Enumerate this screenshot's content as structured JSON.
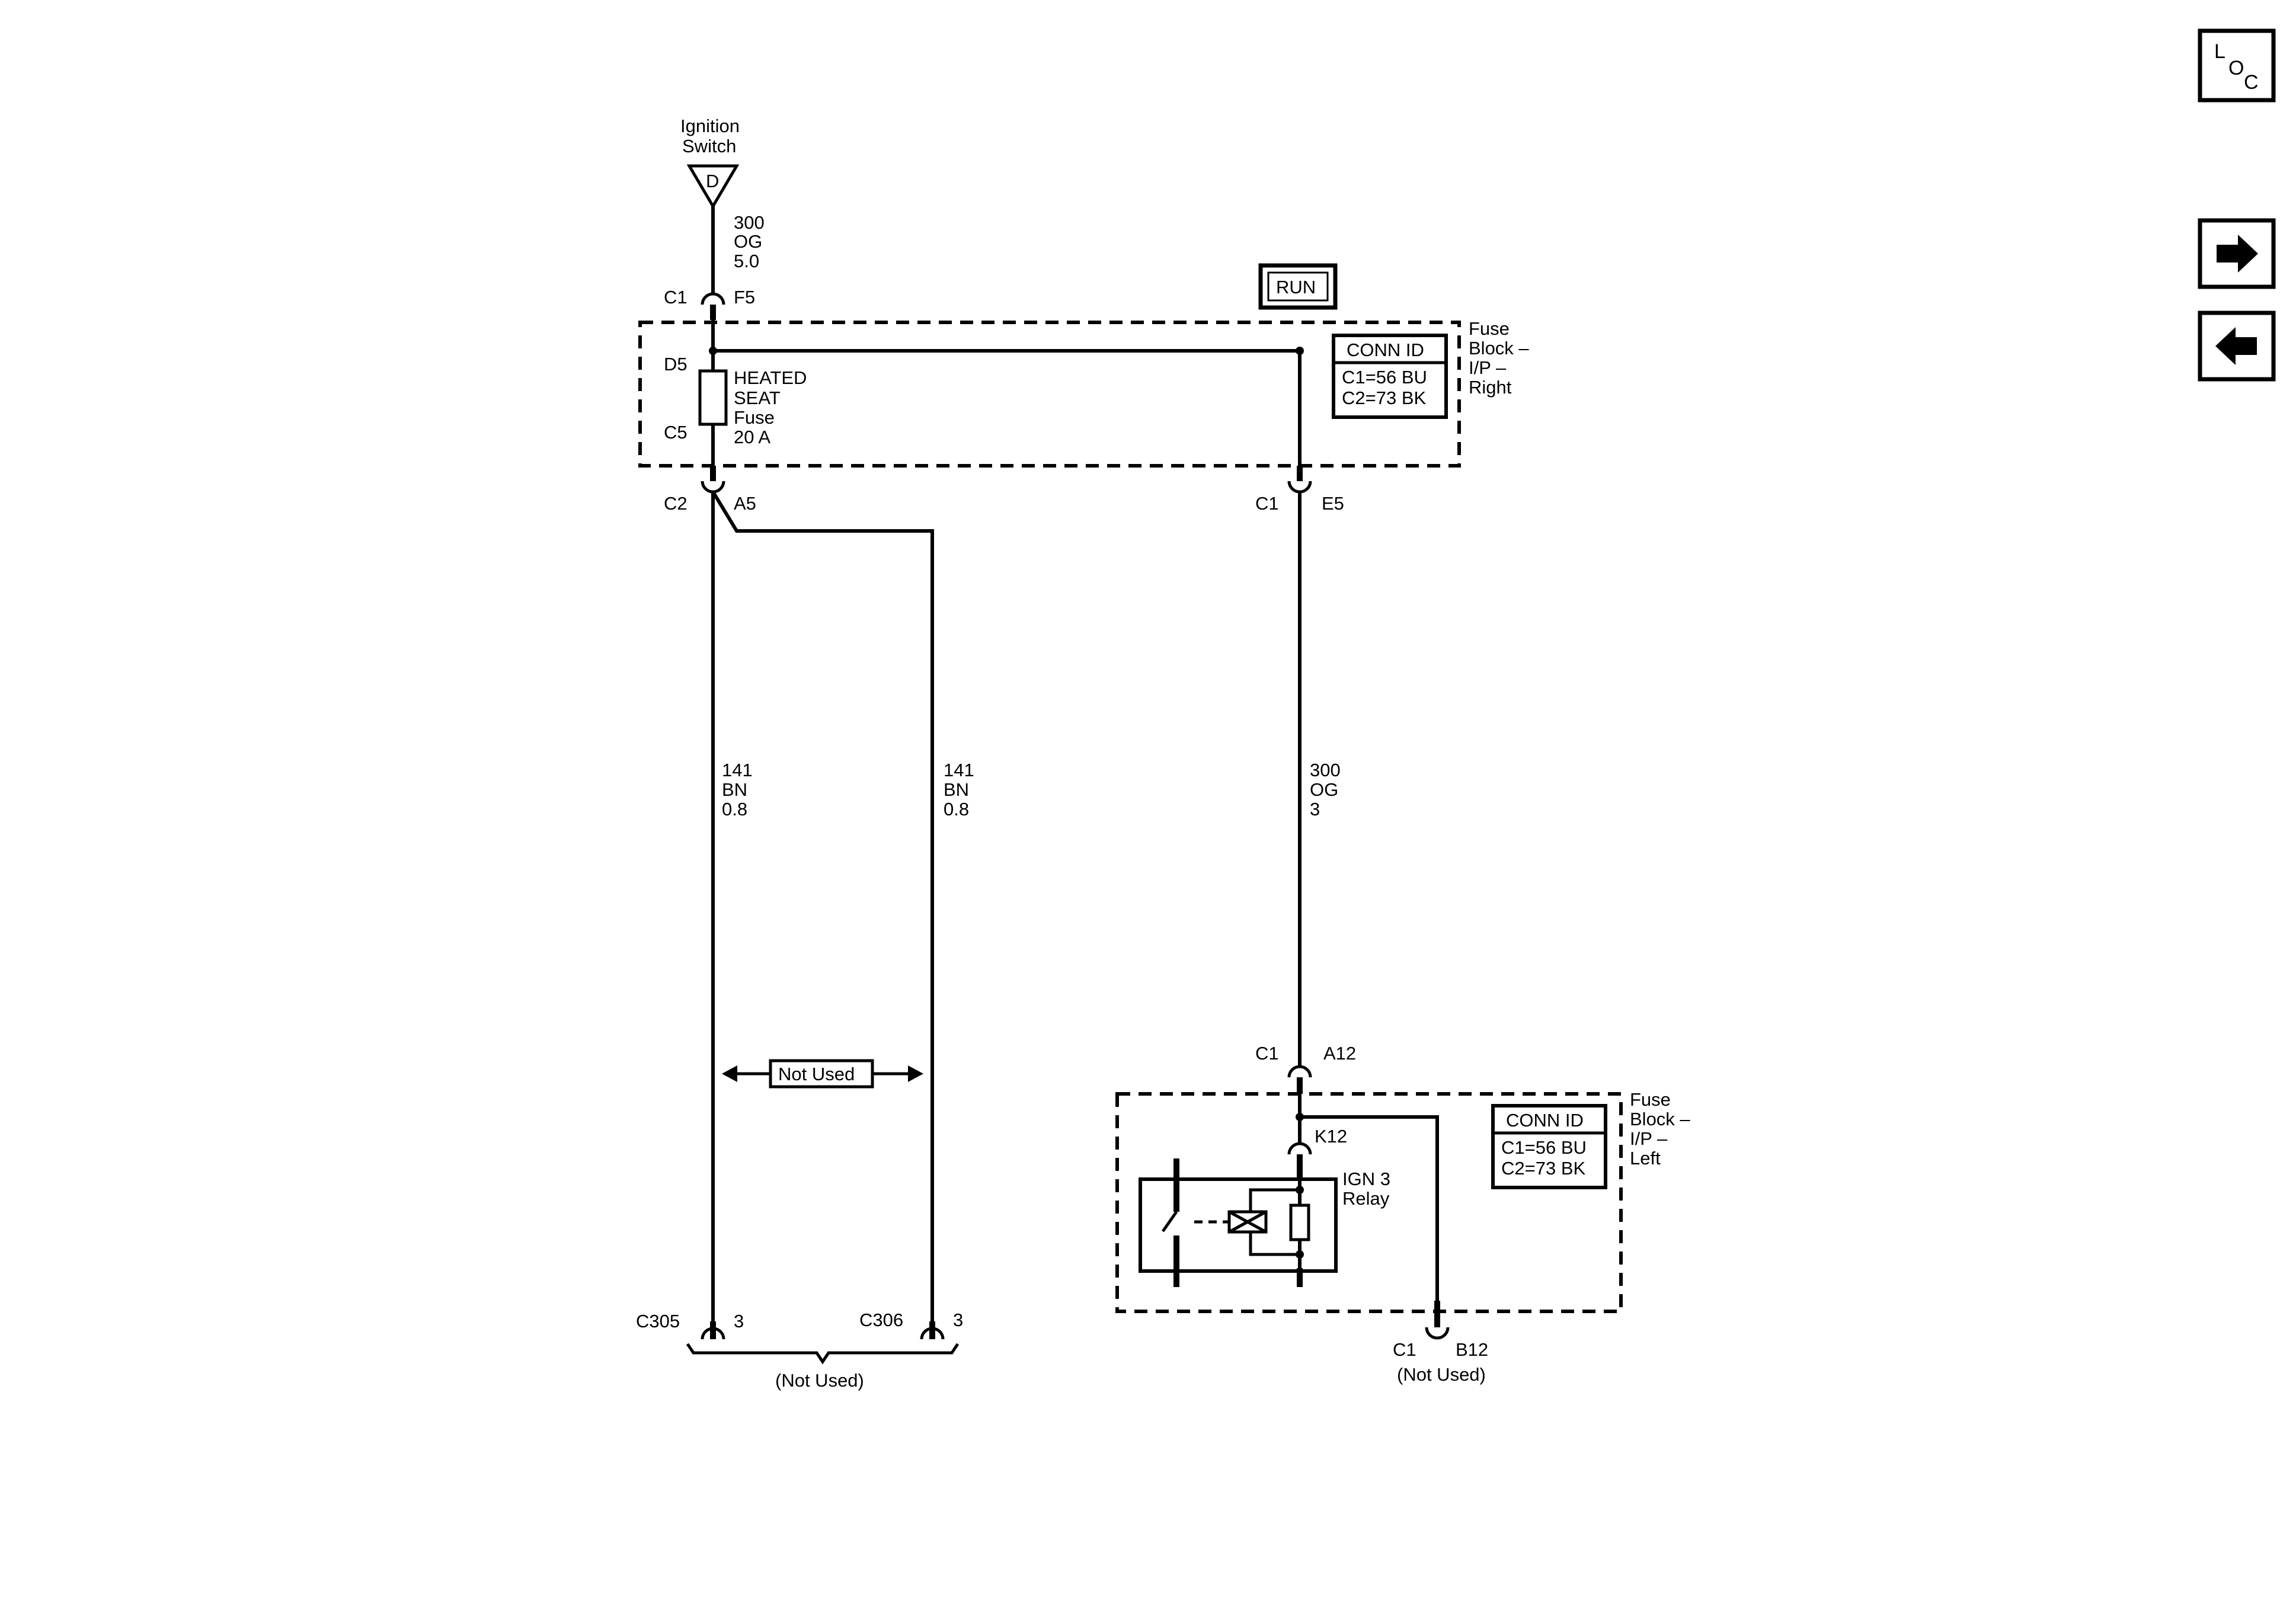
{
  "ignition": {
    "line1": "Ignition",
    "line2": "Switch",
    "symbol": "D"
  },
  "wire_top": {
    "circuit": "300",
    "color": "OG",
    "size": "5.0"
  },
  "c1_f5": {
    "conn": "C1",
    "pin": "F5"
  },
  "run_label": "RUN",
  "fuse_block_right": {
    "line1": "Fuse",
    "line2": "Block –",
    "line3": "I/P –",
    "line4": "Right",
    "conn_id_title": "CONN ID",
    "conn_c1": "C1=56 BU",
    "conn_c2": "C2=73 BK"
  },
  "fuse": {
    "d5": "D5",
    "c5": "C5",
    "line1": "HEATED",
    "line2": "SEAT",
    "line3": "Fuse",
    "line4": "20 A"
  },
  "c2_a5": {
    "conn": "C2",
    "pin": "A5"
  },
  "c1_e5": {
    "conn": "C1",
    "pin": "E5"
  },
  "wire_141_left": {
    "circuit": "141",
    "color": "BN",
    "size": "0.8"
  },
  "wire_141_right": {
    "circuit": "141",
    "color": "BN",
    "size": "0.8"
  },
  "wire_300_mid": {
    "circuit": "300",
    "color": "OG",
    "size": "3"
  },
  "not_used_box": "Not Used",
  "c1_a12": {
    "conn": "C1",
    "pin": "A12"
  },
  "fuse_block_left": {
    "line1": "Fuse",
    "line2": "Block –",
    "line3": "I/P –",
    "line4": "Left",
    "conn_id_title": "CONN ID",
    "conn_c1": "C1=56 BU",
    "conn_c2": "C2=73 BK"
  },
  "k12": "K12",
  "relay": {
    "line1": "IGN 3",
    "line2": "Relay"
  },
  "c305": {
    "conn": "C305",
    "pin": "3"
  },
  "c306": {
    "conn": "C306",
    "pin": "3"
  },
  "not_used_bottom": "(Not Used)",
  "c1_b12": {
    "conn": "C1",
    "pin": "B12",
    "note": "(Not Used)"
  },
  "nav": {
    "loc_l": "L",
    "loc_o": "O",
    "loc_c": "C",
    "forward_icon": "arrow-right-icon",
    "back_icon": "arrow-left-icon"
  }
}
